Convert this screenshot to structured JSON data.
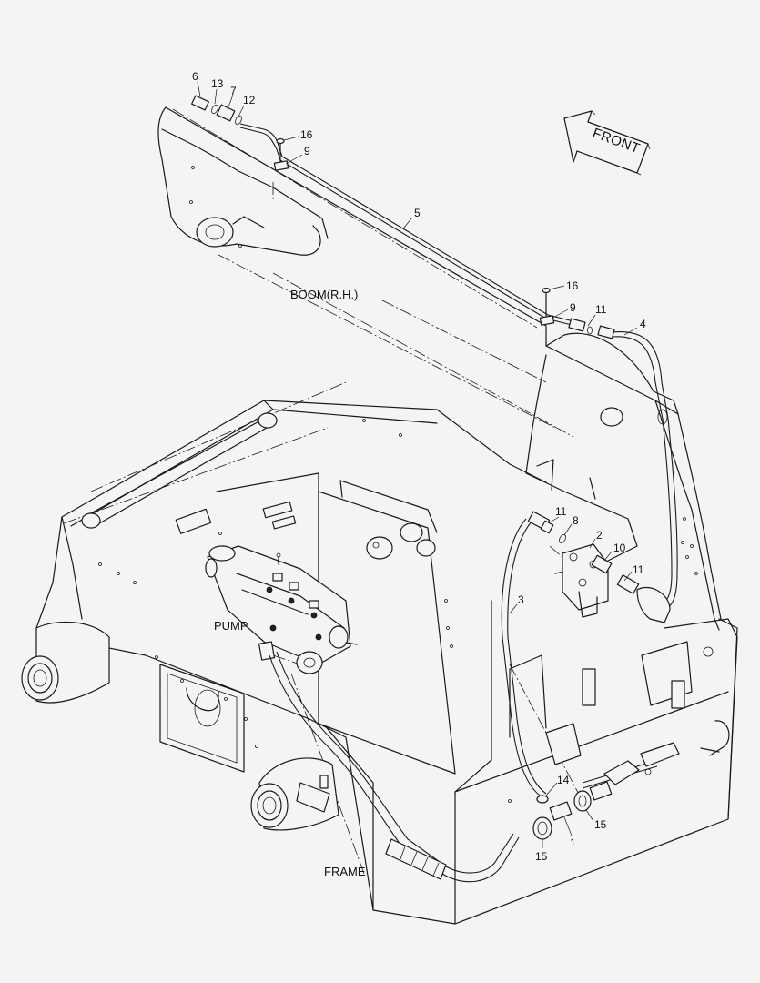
{
  "callouts": {
    "c6": "6",
    "c13": "13",
    "c7": "7",
    "c12": "12",
    "c16a": "16",
    "c9a": "9",
    "c5": "5",
    "c16b": "16",
    "c9b": "9",
    "c11a": "11",
    "c4": "4",
    "c11b": "11",
    "c8": "8",
    "c2": "2",
    "c10": "10",
    "c11c": "11",
    "c3": "3",
    "c14": "14",
    "c1": "1",
    "c15a": "15",
    "c15b": "15"
  },
  "labels": {
    "boom": "BOOM(R.H.)",
    "pump": "PUMP",
    "frame": "FRAME",
    "front": "FRONT"
  }
}
